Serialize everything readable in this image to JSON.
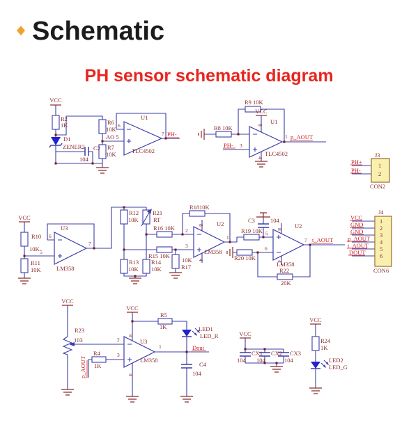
{
  "header": {
    "title": "Schematic",
    "subtitle": "PH sensor schematic diagram"
  },
  "colors": {
    "wire": "#3d3da8",
    "label": "#8b2a2a",
    "net_label": "#cc1f1f",
    "title": "#1c1c1c",
    "subtitle": "#e8251f",
    "bullet": "#f0a230",
    "connector_fill": "#f9f0b0",
    "connector_border": "#9a6b2f",
    "diode_fill": "#2323cc",
    "junction_dot": "#7a1818"
  },
  "b1": {
    "vcc": "VCC",
    "r2": "R2",
    "r2v": "1K",
    "d1": "D1",
    "d1v": "ZENER2",
    "c2": "C2",
    "c2v": "104",
    "r6": "R6",
    "r6v": "10K",
    "ao": "AO 5",
    "r7": "R7",
    "r7v": "10K",
    "pin6": "6",
    "u": "U1",
    "part": "TLC4502",
    "pin7": "7",
    "net": "PH-"
  },
  "b2": {
    "r9": "R9  10K",
    "vcc": "VCC",
    "pin8": "8",
    "r8": "R8 10K",
    "innet": "PH-",
    "pin3": "3",
    "u": "U1",
    "part": "TLC4502",
    "pin1": "1",
    "net": "p_AOUT",
    "pin4": "4"
  },
  "con2": {
    "j": "J3",
    "p1": "1",
    "p2": "2",
    "n1": "PH+",
    "n2": "PH-",
    "name": "CON2"
  },
  "b3": {
    "vcc": "VCC",
    "r10": "R10",
    "r10v": "10K",
    "r11": "R11",
    "r11v": "10K",
    "pin5": "5",
    "pin6": "6",
    "u": "U3",
    "part": "LM358",
    "pin7": "7"
  },
  "b4": {
    "r12": "R12",
    "r12v": "10K",
    "r21": "R21",
    "r21v": "RT",
    "r13": "R13",
    "r13v": "10K",
    "r14": "R14",
    "r14v": "10K",
    "r16": "R16 10K",
    "pin2": "2",
    "r15": "R15 10K",
    "pin3": "3",
    "r17v": "10K",
    "r17": "R17",
    "r18": "R18",
    "r18v": "10K",
    "u": "U2",
    "part": "LM358",
    "pin1": "1",
    "pin8": "8",
    "pin4": "4"
  },
  "b5": {
    "r19": "R19 10K",
    "pin5": "5",
    "c3": "C3",
    "c3v": "104",
    "r20": "R20 10K",
    "pin6": "6",
    "u": "U2",
    "part": "LM358",
    "pin8": "8",
    "pin4": "4",
    "pin7": "7",
    "net": "t_AOUT",
    "r22": "R22",
    "r22v": "20K"
  },
  "con6": {
    "j": "J4",
    "pins": [
      "1",
      "2",
      "3",
      "4",
      "5",
      "6"
    ],
    "nets": [
      "VCC",
      "GND",
      "GND",
      "p_AOUT",
      "t_AOUT",
      "DOUT"
    ],
    "name": "CON6"
  },
  "b6": {
    "vcc1": "VCC",
    "r23": "R23",
    "r23v": "103",
    "pin2": "2",
    "innet": "p_AOUT",
    "r4": "R4",
    "r4v": "1K",
    "pin3": "3",
    "vcc2": "VCC",
    "pin8": "8",
    "u": "U3",
    "part": "LM358",
    "pin1": "1",
    "pin4": "4",
    "r5": "R5",
    "r5v": "1K",
    "led": "LED1",
    "ledn": "LED_R",
    "dout": "Dout",
    "c4": "C4",
    "c4v": "104"
  },
  "b7": {
    "vcc": "VCC",
    "c1": "CX1",
    "v1": "104",
    "c2": "CX2",
    "v2": "104",
    "c3": "CX3",
    "v3": "104"
  },
  "b8": {
    "vcc": "VCC",
    "r24": "R24",
    "r24v": "1K",
    "led": "LED2",
    "ledn": "LED_G"
  }
}
